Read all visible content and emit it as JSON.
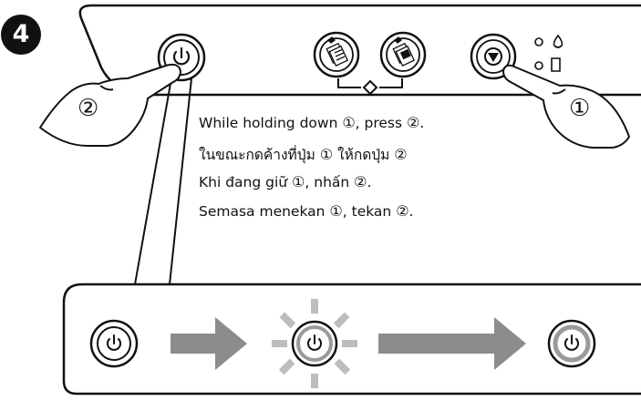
{
  "step_number": "4",
  "callouts": {
    "power": "②",
    "stop": "①"
  },
  "instructions": [
    {
      "a": "While holding down ",
      "s1": "①",
      "b": ", press ",
      "s2": "②",
      "c": "."
    },
    {
      "a": "ในขณะกดค้างที่ปุ่ม ",
      "s1": "①",
      "b": " ให้กดปุ่ม ",
      "s2": "②",
      "c": ""
    },
    {
      "a": "Khi đang giữ ",
      "s1": "①",
      "b": ", nhấn ",
      "s2": "②",
      "c": "."
    },
    {
      "a": "Semasa menekan ",
      "s1": "①",
      "b": ", tekan ",
      "s2": "②",
      "c": "."
    }
  ],
  "icons": {
    "power": "power-icon",
    "copy_bw": "copy-bw-icon",
    "copy_color": "copy-color-icon",
    "stop": "stop-icon",
    "ink": "ink-drop-icon",
    "paper": "paper-icon",
    "arrow": "right-arrow-icon",
    "flash": "flashing-light-icon"
  },
  "colors": {
    "outline": "#111111",
    "arrow_gray": "#8c8c8c",
    "flash_gray": "#bdbdbd",
    "ring_gray": "#9a9a9a"
  },
  "sequence": [
    "off",
    "flashing",
    "on"
  ]
}
